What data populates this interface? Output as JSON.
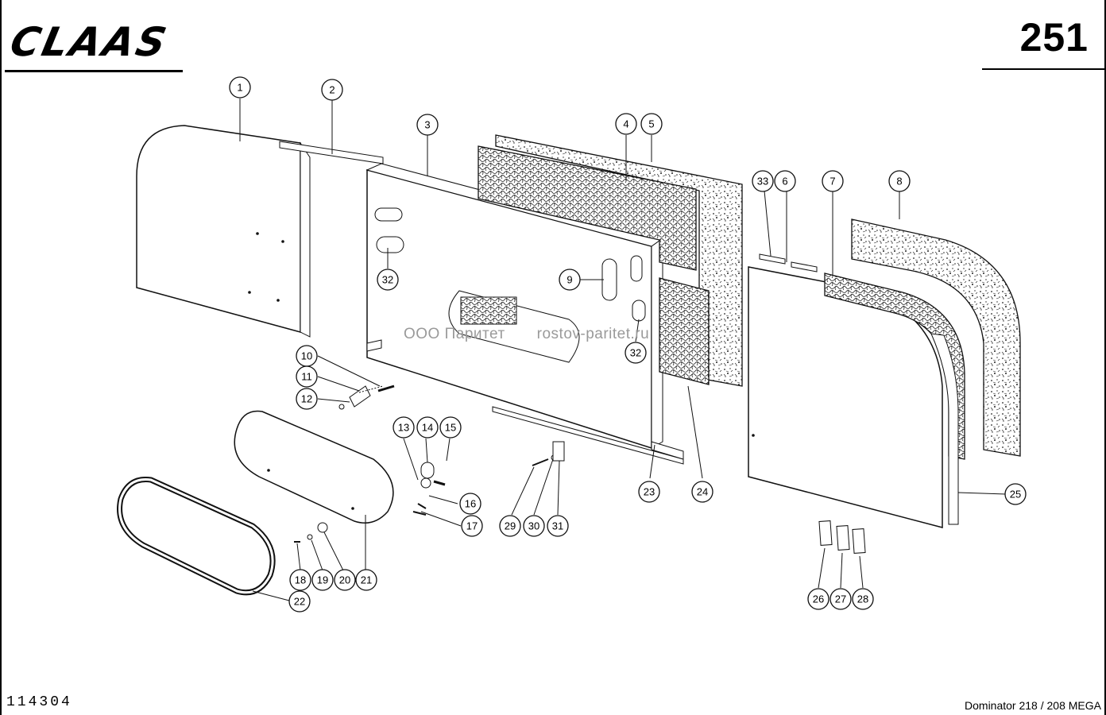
{
  "header": {
    "brand": "CLAAS",
    "page_number": "251"
  },
  "footer": {
    "drawing_number": "114304",
    "model": "Dominator 218 / 208 MEGA"
  },
  "watermark": {
    "company": "ООО Паритет",
    "site": "rostov-paritet.ru"
  },
  "colors": {
    "ink": "#111111",
    "paper": "#ffffff",
    "watermark": "#9a9a9a"
  },
  "callouts": [
    {
      "id": "c1",
      "label": "1"
    },
    {
      "id": "c2",
      "label": "2"
    },
    {
      "id": "c3",
      "label": "3"
    },
    {
      "id": "c4",
      "label": "4"
    },
    {
      "id": "c5",
      "label": "5"
    },
    {
      "id": "c6",
      "label": "6"
    },
    {
      "id": "c7",
      "label": "7"
    },
    {
      "id": "c8",
      "label": "8"
    },
    {
      "id": "c9",
      "label": "9"
    },
    {
      "id": "c10",
      "label": "10"
    },
    {
      "id": "c11",
      "label": "11"
    },
    {
      "id": "c12",
      "label": "12"
    },
    {
      "id": "c13",
      "label": "13"
    },
    {
      "id": "c14",
      "label": "14"
    },
    {
      "id": "c15",
      "label": "15"
    },
    {
      "id": "c16",
      "label": "16"
    },
    {
      "id": "c17",
      "label": "17"
    },
    {
      "id": "c18",
      "label": "18"
    },
    {
      "id": "c19",
      "label": "19"
    },
    {
      "id": "c20",
      "label": "20"
    },
    {
      "id": "c21",
      "label": "21"
    },
    {
      "id": "c22",
      "label": "22"
    },
    {
      "id": "c23",
      "label": "23"
    },
    {
      "id": "c24",
      "label": "24"
    },
    {
      "id": "c25",
      "label": "25"
    },
    {
      "id": "c26",
      "label": "26"
    },
    {
      "id": "c27",
      "label": "27"
    },
    {
      "id": "c28",
      "label": "28"
    },
    {
      "id": "c29",
      "label": "29"
    },
    {
      "id": "c30",
      "label": "30"
    },
    {
      "id": "c31",
      "label": "31"
    },
    {
      "id": "c32a",
      "label": "32"
    },
    {
      "id": "c32b",
      "label": "32"
    },
    {
      "id": "c33",
      "label": "33"
    }
  ]
}
